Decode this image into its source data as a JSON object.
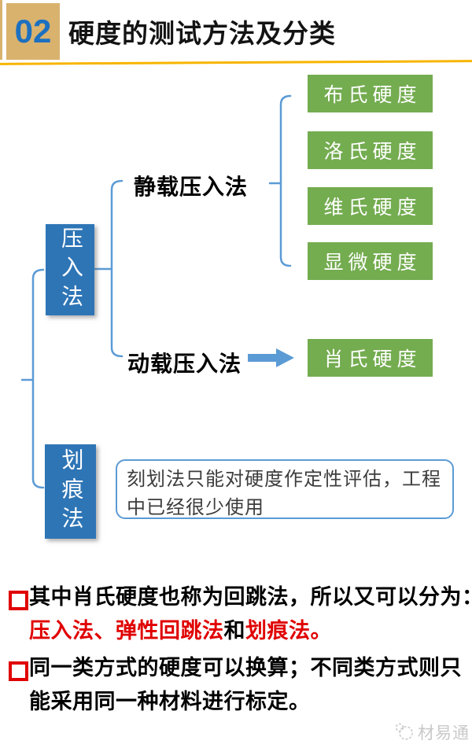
{
  "header": {
    "badge_number": "02",
    "title": "硬度的测试方法及分类"
  },
  "diagram": {
    "method_boxes": [
      {
        "label": "压入法"
      },
      {
        "label": "划痕法"
      }
    ],
    "branches": {
      "static_label": "静载压入法",
      "dynamic_label": "动载压入法"
    },
    "hardness_types": [
      "布氏硬度",
      "洛氏硬度",
      "维氏硬度",
      "显微硬度"
    ],
    "shaw_hardness": "肖氏硬度",
    "note_text": "刻划法只能对硬度作定性评估，工程中已经很少使用"
  },
  "bullets": [
    {
      "line1": "其中肖氏硬度也称为回跳法，所以又可以分为：",
      "line2": [
        {
          "text": "压入法、弹性回跳法",
          "emphasis": true
        },
        {
          "text": "和",
          "emphasis": false
        },
        {
          "text": "划痕法。",
          "emphasis": true
        }
      ]
    },
    {
      "line1": "同一类方式的硬度可以换算；不同类方式则只",
      "line2": "能采用同一种材料进行标定。"
    }
  ],
  "watermark": {
    "label": "材易通"
  },
  "colors": {
    "badge_bg": "#D9B26E",
    "badge_number": "#1D70C0",
    "divider_gold": "#F7B500",
    "box_blue": "#2E75B6",
    "connector_blue": "#5B9BD5",
    "box_green": "#74AC50",
    "emphasis_red": "#E00000",
    "watermark_gray": "#C9C9C9"
  }
}
